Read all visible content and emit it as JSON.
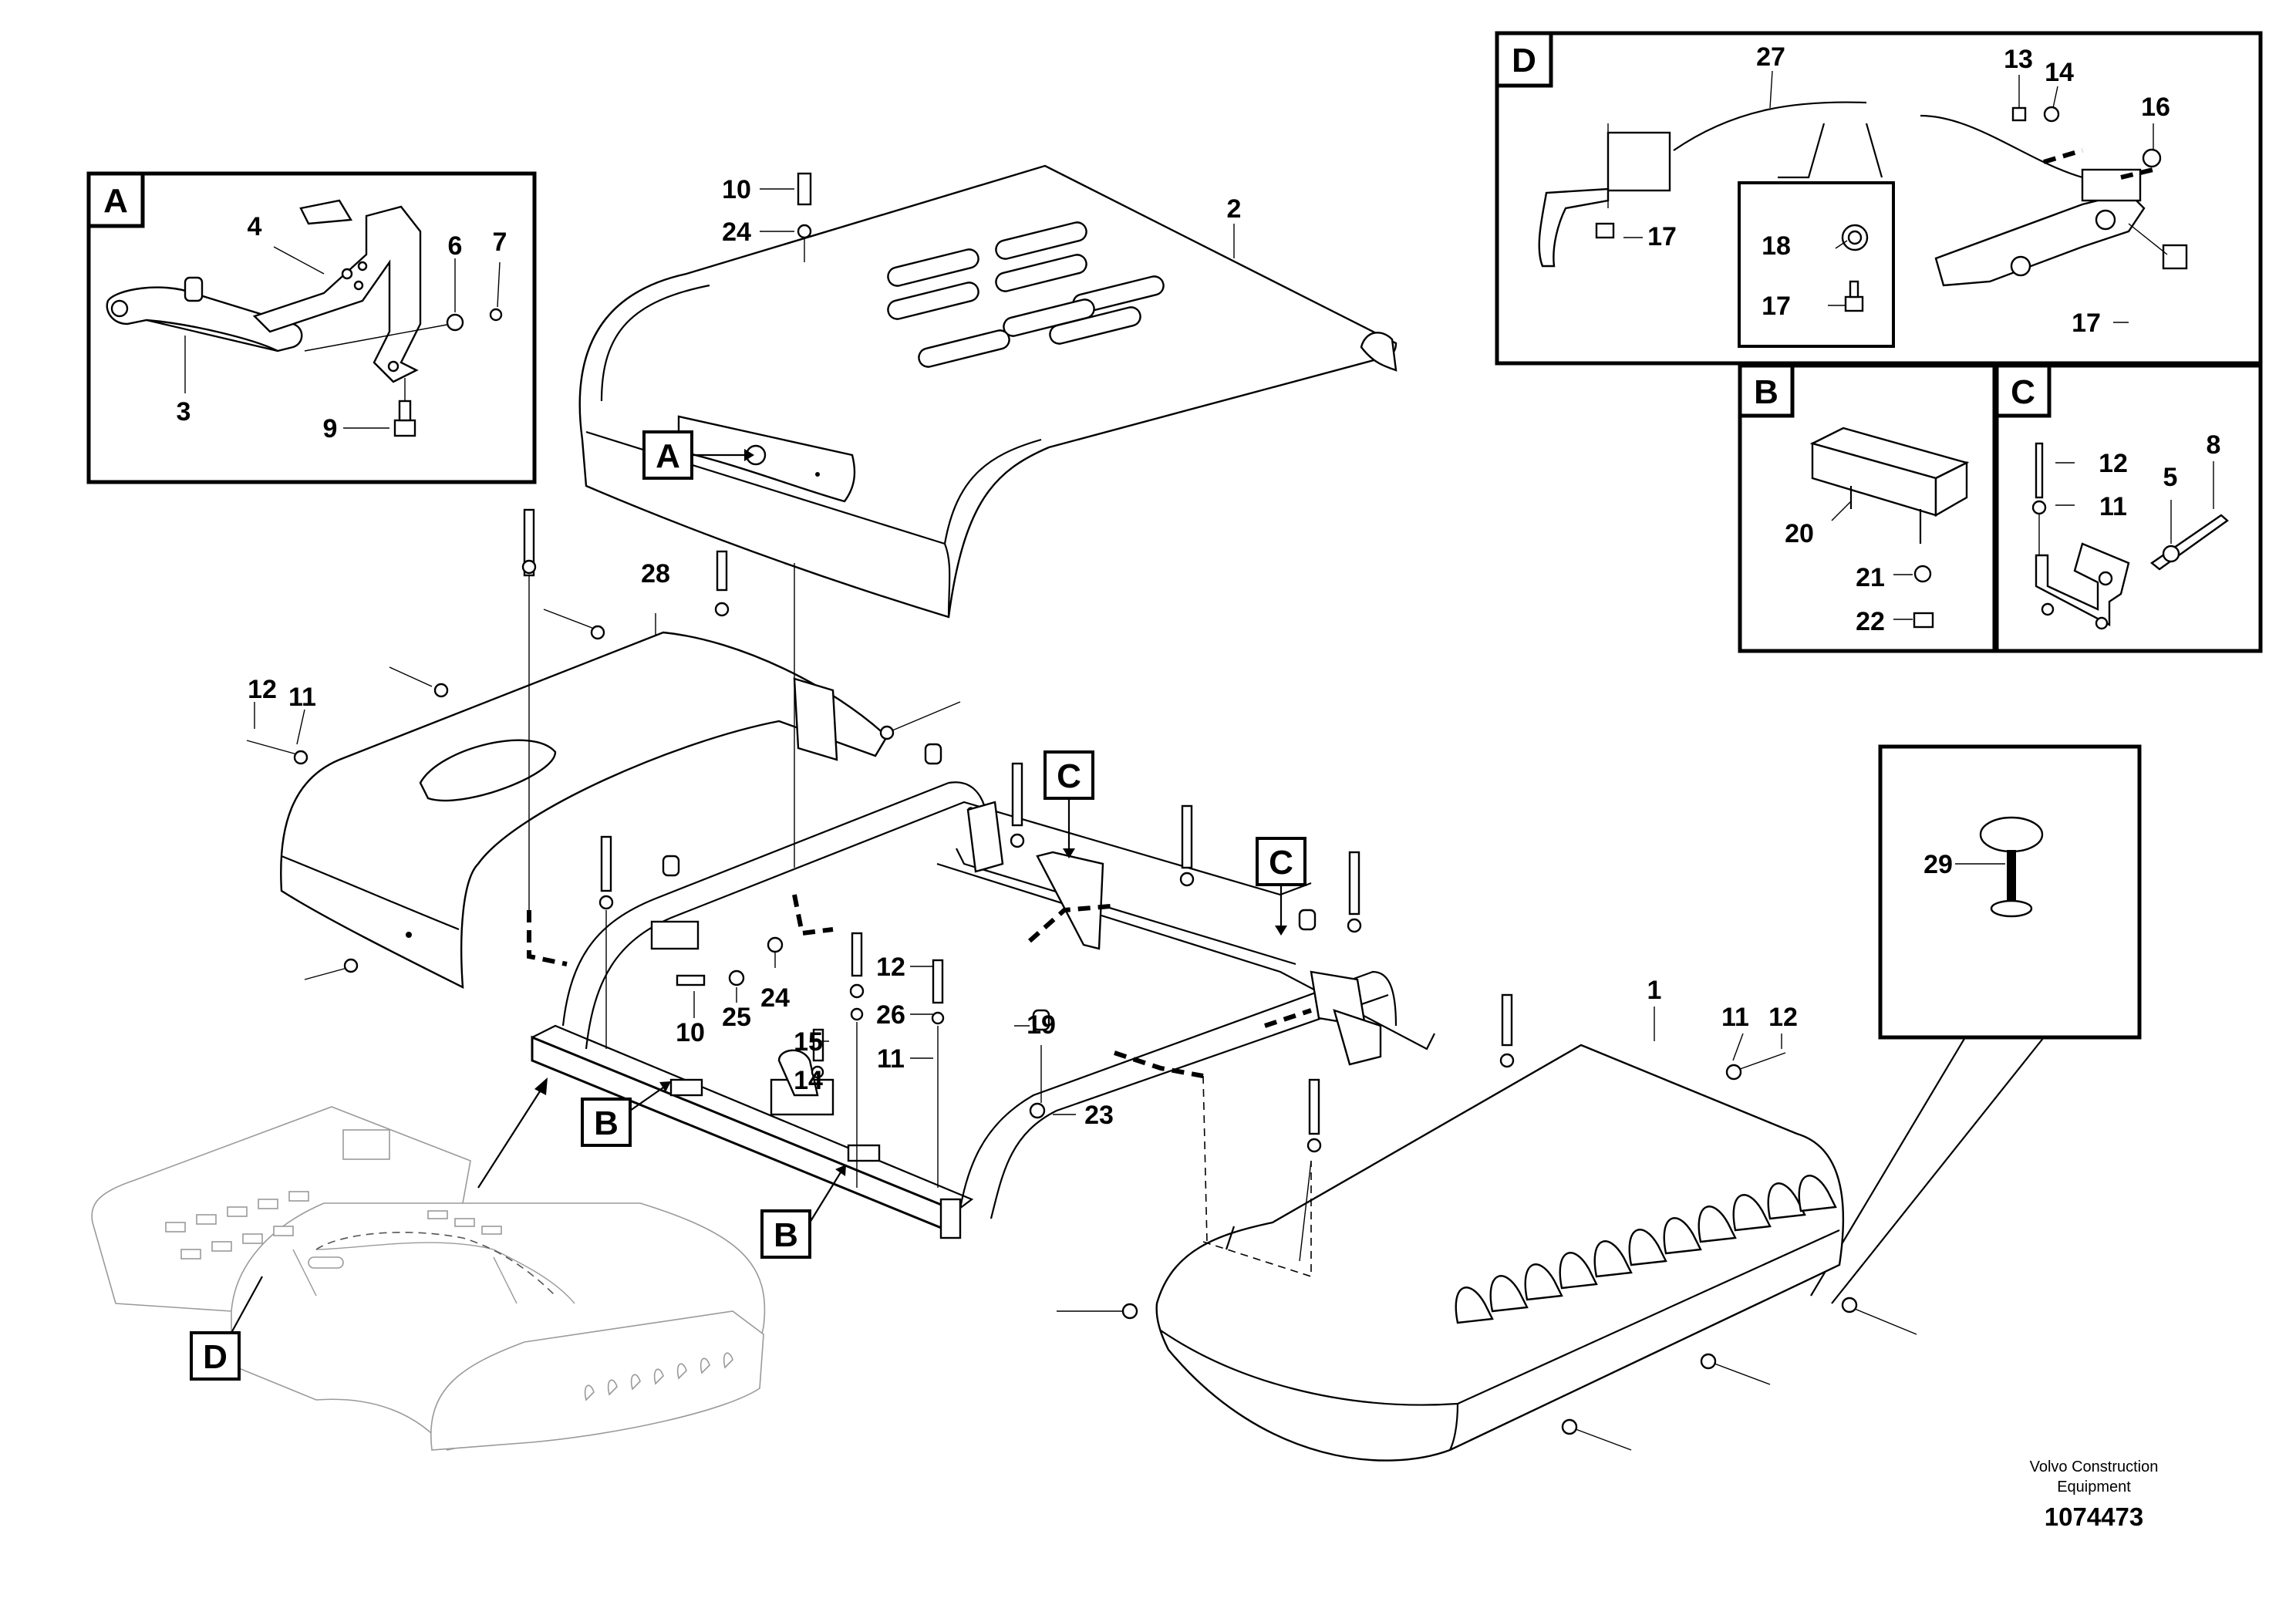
{
  "callouts": {
    "detail_a": "A",
    "detail_b": "B",
    "detail_c": "C",
    "detail_d": "D"
  },
  "part_labels": {
    "p1": "1",
    "p2": "2",
    "p3": "3",
    "p4": "4",
    "p5": "5",
    "p6": "6",
    "p7": "7",
    "p8": "8",
    "p9": "9",
    "p10": "10",
    "p11": "11",
    "p12": "12",
    "p13": "13",
    "p14": "14",
    "p15": "15",
    "p16": "16",
    "p17": "17",
    "p18": "18",
    "p19": "19",
    "p20": "20",
    "p21": "21",
    "p22": "22",
    "p23": "23",
    "p24": "24",
    "p25": "25",
    "p26": "26",
    "p27": "27",
    "p28": "28",
    "p29": "29"
  },
  "footer": {
    "company_line1": "Volvo Construction",
    "company_line2": "Equipment",
    "drawing_id": "1074473"
  }
}
